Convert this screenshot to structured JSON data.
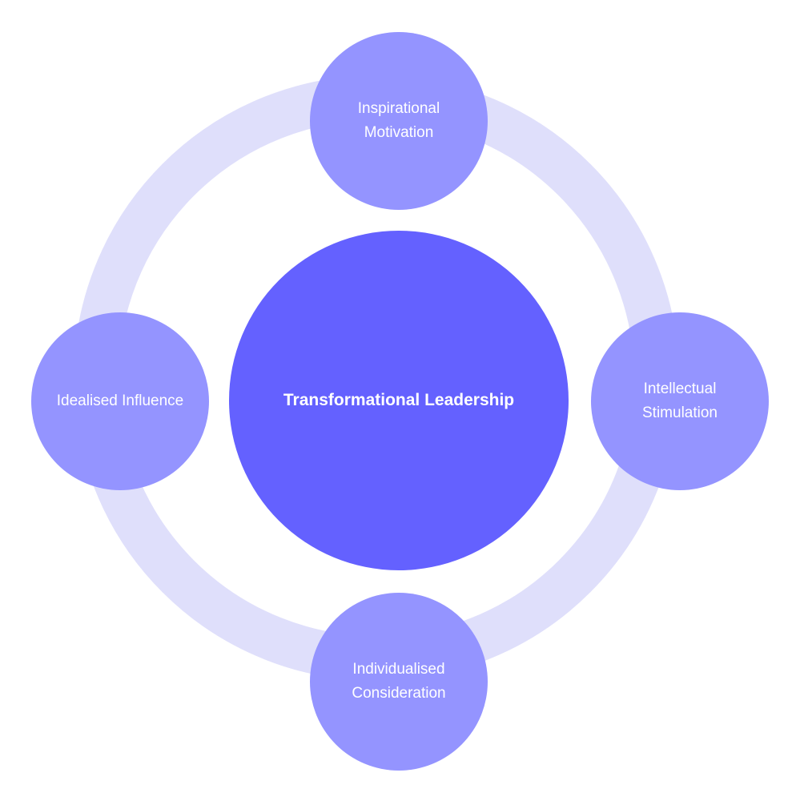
{
  "center": {
    "label": "Transformational Leadership"
  },
  "nodes": [
    {
      "label": "Inspirational\nMotivation"
    },
    {
      "label": "Intellectual\nStimulation"
    },
    {
      "label": "Individualised\nConsideration"
    },
    {
      "label": "Idealised Influence"
    }
  ],
  "colors": {
    "ring": "#dfdffb",
    "node": "#9494ff",
    "center": "#6461ff",
    "text": "#ffffff"
  }
}
